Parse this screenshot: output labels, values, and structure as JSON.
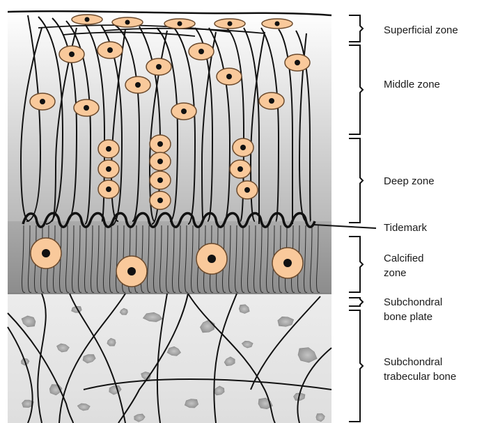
{
  "labels": {
    "superficial": "Superficial zone",
    "middle": "Middle zone",
    "deep": "Deep zone",
    "tidemark": "Tidemark",
    "calcified": [
      "Calcified",
      "zone"
    ],
    "subchondral_plate": [
      "Subchondral",
      "bone plate"
    ],
    "subchondral_trabecular": [
      "Subchondral",
      "trabecular bone"
    ]
  },
  "colors": {
    "cell_fill": "#f9c99b",
    "cell_stroke": "#6b4a2d",
    "nucleus": "#111111",
    "fiber": "#111111",
    "bone_fill": "#e8e8e8",
    "bone_pit": "#9a9a9a",
    "calcified_fill": "#9c9c9c",
    "cartilage_top": "#ffffff",
    "cartilage_bottom": "#b8b8b8"
  },
  "icons": {
    "chondrocyte": "flattened-and-round-cell-icon",
    "bracket": "right-curly-brace-icon",
    "pointer": "arrow-line-icon"
  }
}
